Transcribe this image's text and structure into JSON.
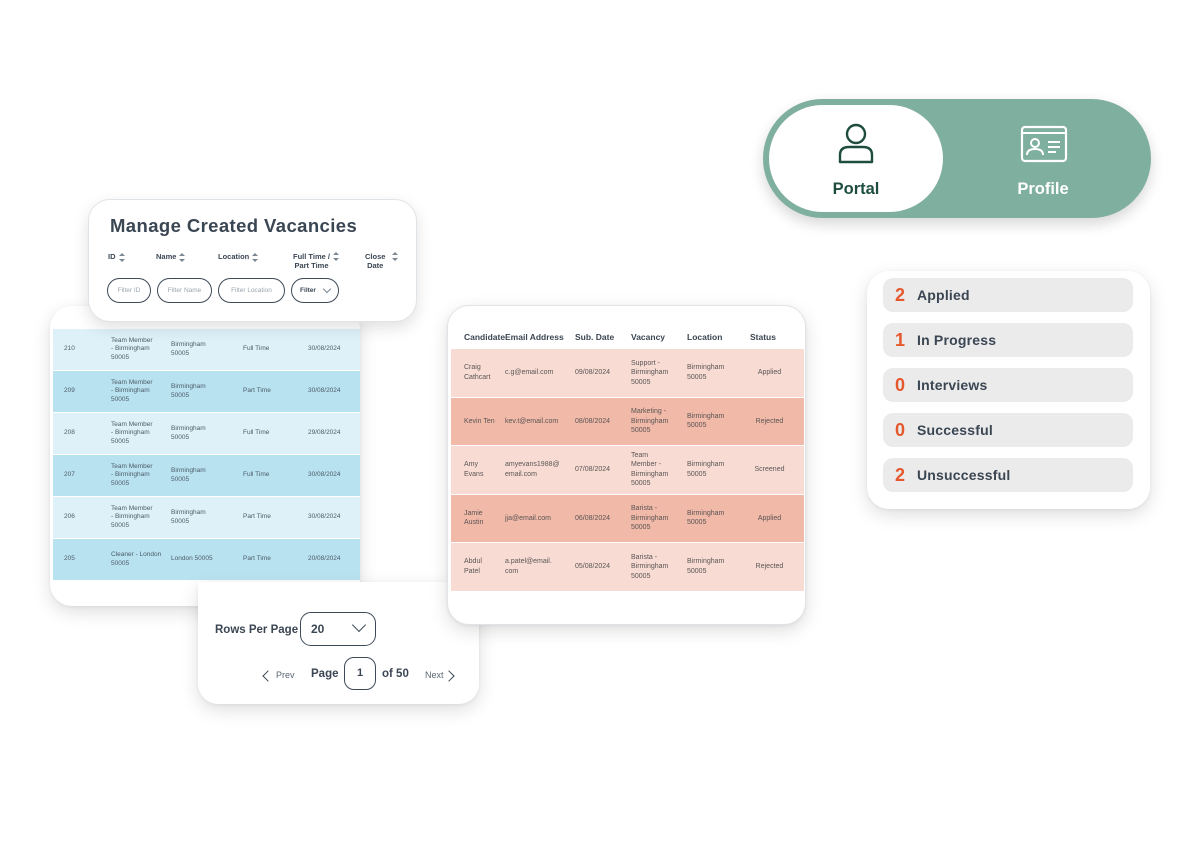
{
  "vacancies": {
    "title": "Manage Created Vacancies",
    "columns": [
      "ID",
      "Name",
      "Location",
      "Full Time /\nPart Time",
      "Close\nDate"
    ],
    "filters": {
      "id": "Filter ID",
      "name": "Filter Name",
      "location": "Filter Location",
      "type": "Filter"
    },
    "rows": [
      {
        "id": "210",
        "name": "Team Member\n- Birmingham\n50005",
        "location": "Birmingham\n50005",
        "type": "Full Time",
        "date": "30/08/2024"
      },
      {
        "id": "209",
        "name": "Team Member\n- Birmingham\n50005",
        "location": "Birmingham\n50005",
        "type": "Part Time",
        "date": "30/08/2024"
      },
      {
        "id": "208",
        "name": "Team Member\n- Birmingham\n50005",
        "location": "Birmingham\n50005",
        "type": "Full Time",
        "date": "29/08/2024"
      },
      {
        "id": "207",
        "name": "Team Member\n- Birmingham\n50005",
        "location": "Birmingham\n50005",
        "type": "Full Time",
        "date": "30/08/2024"
      },
      {
        "id": "206",
        "name": "Team Member\n- Birmingham\n50005",
        "location": "Birmingham\n50005",
        "type": "Part Time",
        "date": "30/08/2024"
      },
      {
        "id": "205",
        "name": "Cleaner - London\n50005",
        "location": "London 50005",
        "type": "Part Time",
        "date": "20/08/2024"
      }
    ]
  },
  "pagination": {
    "rows_label": "Rows Per Page",
    "rows_value": "20",
    "prev": "Prev",
    "page_label": "Page",
    "page_current": "1",
    "page_of": "of 50",
    "next": "Next"
  },
  "candidates": {
    "columns": [
      "Candidate",
      "Email Address",
      "Sub. Date",
      "Vacancy",
      "Location",
      "Status"
    ],
    "rows": [
      {
        "name": "Craig\nCathcart",
        "email": "c.g@email.com",
        "date": "09/08/2024",
        "vacancy": "Support -\nBirmingham\n50005",
        "location": "Birmingham\n50005",
        "status": "Applied"
      },
      {
        "name": "Kevin Ten",
        "email": "kev.t@email.com",
        "date": "08/08/2024",
        "vacancy": "Marketing -\nBirmingham\n50005",
        "location": "Birmingham\n50005",
        "status": "Rejected"
      },
      {
        "name": "Amy\nEvans",
        "email": "amyevans1988@\nemail.com",
        "date": "07/08/2024",
        "vacancy": "Team\nMember -\nBirmingham\n50005",
        "location": "Birmingham\n50005",
        "status": "Screened"
      },
      {
        "name": "Jamie\nAustin",
        "email": "jja@email.com",
        "date": "06/08/2024",
        "vacancy": "Barista -\nBirmingham\n50005",
        "location": "Birmingham\n50005",
        "status": "Applied"
      },
      {
        "name": "Abdul\nPatel",
        "email": "a.patel@email.\ncom",
        "date": "05/08/2024",
        "vacancy": "Barista -\nBirmingham\n50005",
        "location": "Birmingham\n50005",
        "status": "Rejected"
      }
    ]
  },
  "toggle": {
    "portal_label": "Portal",
    "profile_label": "Profile",
    "active": "portal",
    "colors": {
      "track": "#7faf9f",
      "active_text": "#1e4d3f"
    }
  },
  "stats": [
    {
      "count": "2",
      "label": "Applied"
    },
    {
      "count": "1",
      "label": "In Progress"
    },
    {
      "count": "0",
      "label": "Interviews"
    },
    {
      "count": "0",
      "label": "Successful"
    },
    {
      "count": "2",
      "label": "Unsuccessful"
    }
  ],
  "colors": {
    "accent": "#e5582e",
    "vacancy_row_light": "#def1f8",
    "vacancy_row_dark": "#b9e2f1",
    "candidate_row_light": "#f8dcd3",
    "candidate_row_dark": "#f1b9a8"
  }
}
